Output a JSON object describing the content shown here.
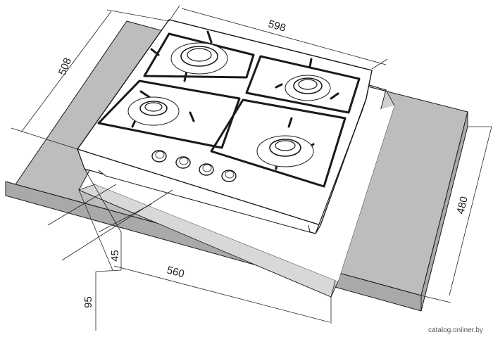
{
  "dimensions": {
    "width_598": "598",
    "depth_508": "508",
    "cutout_480": "480",
    "cutout_560": "560",
    "depth_45": "45",
    "depth_95": "95"
  },
  "watermark": "catalog.onliner.by",
  "colors": {
    "countertop_top": "#bdbdbd",
    "countertop_edge": "#a9a9a9",
    "line": "#1a1a1a",
    "hob": "#ffffff"
  }
}
